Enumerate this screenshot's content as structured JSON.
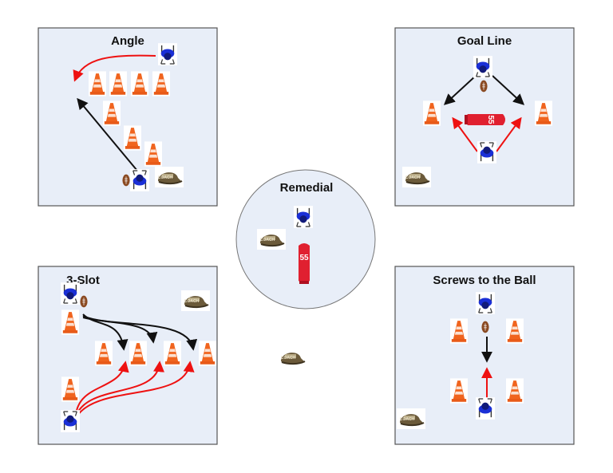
{
  "drills": {
    "angle": {
      "title": "Angle"
    },
    "goal_line": {
      "title": "Goal Line"
    },
    "three_slot": {
      "title": "3-Slot"
    },
    "screws": {
      "title": "Screws to the Ball"
    },
    "remedial": {
      "title": "Remedial"
    }
  },
  "props": {
    "hat_text": "COACH",
    "dummy_number": "55"
  },
  "colors": {
    "panel": "#e8eef8",
    "border": "#555555",
    "player": "#1a2fd6",
    "cone": "#f0641e",
    "red_arrow": "#ee1111",
    "black_arrow": "#111111",
    "dummy": "#e02030",
    "hat": "#6b5a3a"
  }
}
